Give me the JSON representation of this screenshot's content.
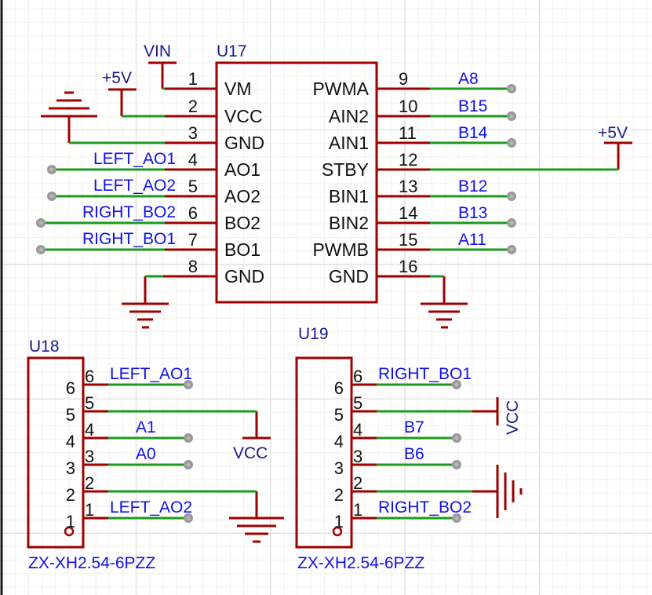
{
  "colors": {
    "pin_body": "#a00000",
    "wire": "#1f9a1f",
    "net_label": "#1010ee",
    "designator": "#1a1a8c",
    "text": "#111111",
    "net_port_dot": "#9a9a9a",
    "grid_minor": "#f2f0ec",
    "grid_major": "#dedede"
  },
  "u17": {
    "designator": "U17",
    "left_pins": [
      {
        "num": "1",
        "name": "VM"
      },
      {
        "num": "2",
        "name": "VCC"
      },
      {
        "num": "3",
        "name": "GND"
      },
      {
        "num": "4",
        "name": "AO1"
      },
      {
        "num": "5",
        "name": "AO2"
      },
      {
        "num": "6",
        "name": "BO2"
      },
      {
        "num": "7",
        "name": "BO1"
      },
      {
        "num": "8",
        "name": "GND"
      }
    ],
    "right_pins": [
      {
        "num": "9",
        "name": "PWMA"
      },
      {
        "num": "10",
        "name": "AIN2"
      },
      {
        "num": "11",
        "name": "AIN1"
      },
      {
        "num": "12",
        "name": "STBY"
      },
      {
        "num": "13",
        "name": "BIN1"
      },
      {
        "num": "14",
        "name": "BIN2"
      },
      {
        "num": "15",
        "name": "PWMB"
      },
      {
        "num": "16",
        "name": "GND"
      }
    ],
    "left_nets": [
      "LEFT_AO1",
      "LEFT_AO2",
      "RIGHT_BO2",
      "RIGHT_BO1"
    ],
    "right_nets": [
      "A8",
      "B15",
      "B14",
      "B12",
      "B13",
      "A11"
    ],
    "power": {
      "vin": "VIN",
      "p5v_left": "+5V",
      "p5v_right": "+5V"
    }
  },
  "u18": {
    "designator": "U18",
    "footprint": "ZX-XH2.54-6PZZ",
    "pins": [
      {
        "num": "6",
        "net": "LEFT_AO1"
      },
      {
        "num": "5",
        "net": ""
      },
      {
        "num": "4",
        "net": "A1"
      },
      {
        "num": "3",
        "net": "A0"
      },
      {
        "num": "2",
        "net": ""
      },
      {
        "num": "1",
        "net": "LEFT_AO2"
      }
    ],
    "power": {
      "vcc": "VCC"
    }
  },
  "u19": {
    "designator": "U19",
    "footprint": "ZX-XH2.54-6PZZ",
    "pins": [
      {
        "num": "6",
        "net": "RIGHT_BO1"
      },
      {
        "num": "5",
        "net": ""
      },
      {
        "num": "4",
        "net": "B7"
      },
      {
        "num": "3",
        "net": "B6"
      },
      {
        "num": "2",
        "net": ""
      },
      {
        "num": "1",
        "net": "RIGHT_BO2"
      }
    ],
    "power": {
      "vcc": "VCC"
    }
  }
}
